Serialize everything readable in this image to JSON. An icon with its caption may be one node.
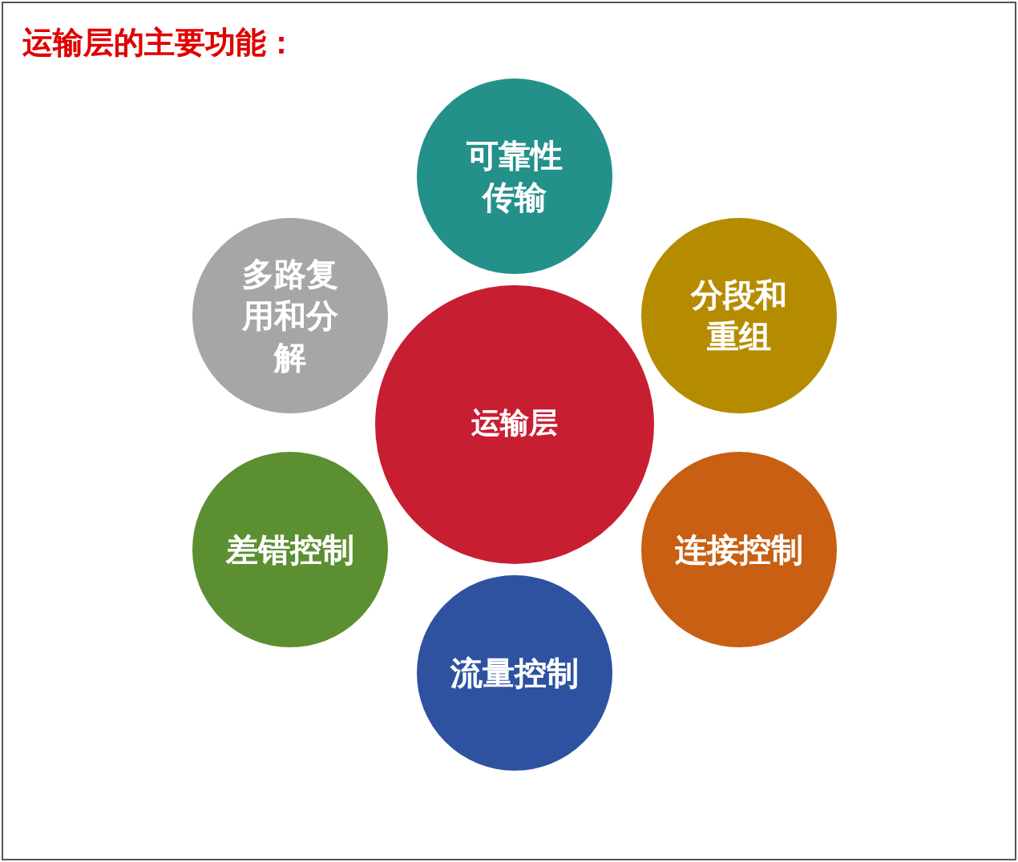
{
  "diagram": {
    "title": "运输层的主要功能：",
    "nodes": [
      {
        "text": [
          "可靠性传输"
        ]
      },
      {
        "text": [
          "多路复用和分解"
        ]
      },
      {
        "text": [
          "分段和重组"
        ]
      },
      {
        "text": [
          "运输层"
        ]
      },
      {
        "text": [
          "差错控制"
        ]
      },
      {
        "text": [
          "连接控制"
        ]
      },
      {
        "text": [
          "流量控制"
        ]
      }
    ]
  }
}
